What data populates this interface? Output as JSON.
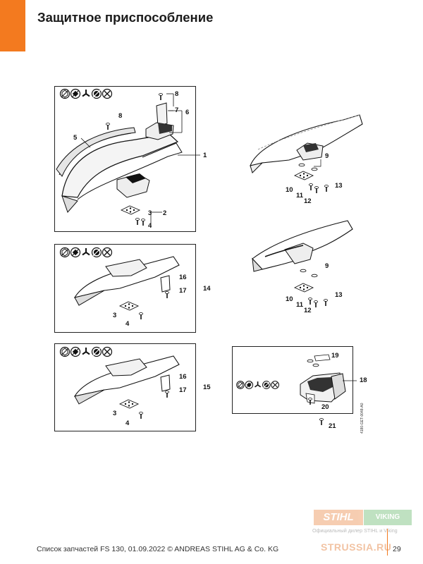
{
  "header": {
    "title": "Защитное приспособление"
  },
  "parts": {
    "p1": "1",
    "p2": "2",
    "p3a": "3",
    "p4a": "4",
    "p5": "5",
    "p6": "6",
    "p7": "7",
    "p8a": "8",
    "p8b": "8",
    "p9a": "9",
    "p10a": "10",
    "p11a": "11",
    "p12a": "12",
    "p13a": "13",
    "p14": "14",
    "p16a": "16",
    "p17a": "17",
    "p3b": "3",
    "p4b": "4",
    "p9b": "9",
    "p10b": "10",
    "p11b": "11",
    "p12b": "12",
    "p13b": "13",
    "p15": "15",
    "p16b": "16",
    "p17b": "17",
    "p3c": "3",
    "p4c": "4",
    "p18": "18",
    "p19": "19",
    "p20": "20",
    "p21": "21"
  },
  "doc_ref": "4180-GET-0048-A0",
  "watermark": {
    "stihl": "STIHL",
    "viking": "VIKING",
    "dealer": "Официальный дилер STIHL и Viking",
    "site": "STRUSSIA.RU"
  },
  "footer": {
    "text": "Список запчастей FS 130, 01.09.2022 © ANDREAS STIHL AG & Co. KG",
    "page": "29"
  },
  "icons": [
    "grass-blade-icon",
    "mulching-blade-icon",
    "three-tooth-blade-icon",
    "circular-saw-blade-icon",
    "cutting-line-head-icon"
  ]
}
